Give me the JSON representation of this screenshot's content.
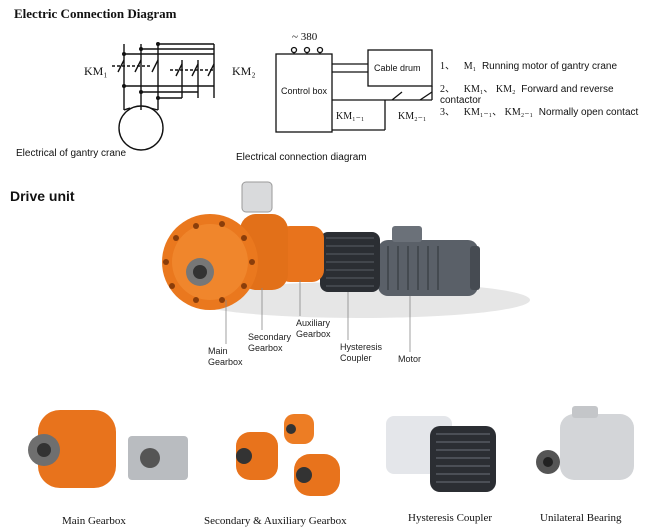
{
  "section1": {
    "title": "Electric Connection Diagram",
    "left_diagram": {
      "km1": "KM₁",
      "km2": "KM₂",
      "caption": "Electrical of gantry crane"
    },
    "right_diagram": {
      "voltage": "~ 380",
      "control_box": "Control box",
      "cable_drum": "Cable drum",
      "km11": "KM₁₋₁",
      "km21": "KM₂₋₁",
      "caption": "Electrical connection diagram"
    },
    "legend": [
      {
        "num": "1、",
        "sym": "M₁",
        "text": "Running motor of gantry crane"
      },
      {
        "num": "2、",
        "sym": "KM₁、 KM₂",
        "text": "Forward and reverse contactor"
      },
      {
        "num": "3、",
        "sym": "KM₁₋₁、 KM₂₋₁",
        "text": "Normally open contact"
      }
    ]
  },
  "section2": {
    "title": "Drive unit",
    "labels": {
      "main_gearbox": "Main\nGearbox",
      "secondary_gearbox": "Secondary\nGearbox",
      "auxiliary_gearbox": "Auxiliary\nGearbox",
      "hysteresis_coupler": "Hysteresis\nCoupler",
      "motor": "Motor"
    }
  },
  "products": [
    {
      "caption": "Main Gearbox"
    },
    {
      "caption": "Secondary & Auxiliary Gearbox"
    },
    {
      "caption": "Hysteresis Coupler"
    },
    {
      "caption": "Unilateral Bearing"
    }
  ],
  "colors": {
    "orange": "#e8731c",
    "dark_orange": "#c45a12",
    "motor_gray": "#5a6068",
    "line": "#111111"
  }
}
